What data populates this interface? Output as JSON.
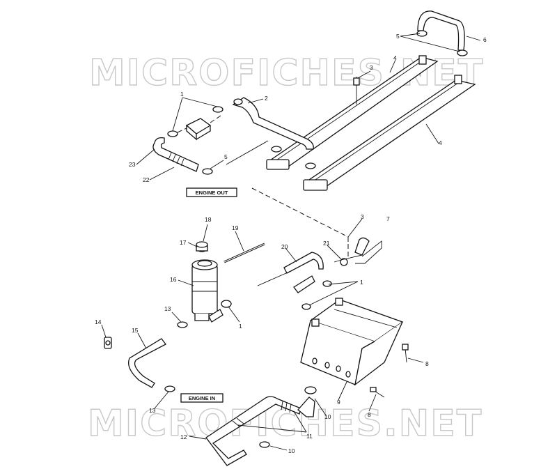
{
  "watermark": "MICROFICHES.NET",
  "boxes": {
    "engine_out": "ENGINE OUT",
    "engine_in": "ENGINE IN"
  },
  "callouts": {
    "c1a": "1",
    "c2": "2",
    "c3a": "3",
    "c4a": "4",
    "c4b": "4",
    "c5a": "5",
    "c6": "6",
    "c5b": "5",
    "c22": "22",
    "c23": "23",
    "c18": "18",
    "c17": "17",
    "c19": "19",
    "c16": "16",
    "c13a": "13",
    "c1b": "1",
    "c14": "14",
    "c15": "15",
    "c13b": "13",
    "c3b": "3",
    "c7": "7",
    "c20": "20",
    "c21": "21",
    "c1c": "1",
    "c8a": "8",
    "c9": "9",
    "c8b": "8",
    "c10a": "10",
    "c11": "11",
    "c12": "12",
    "c10b": "10"
  }
}
